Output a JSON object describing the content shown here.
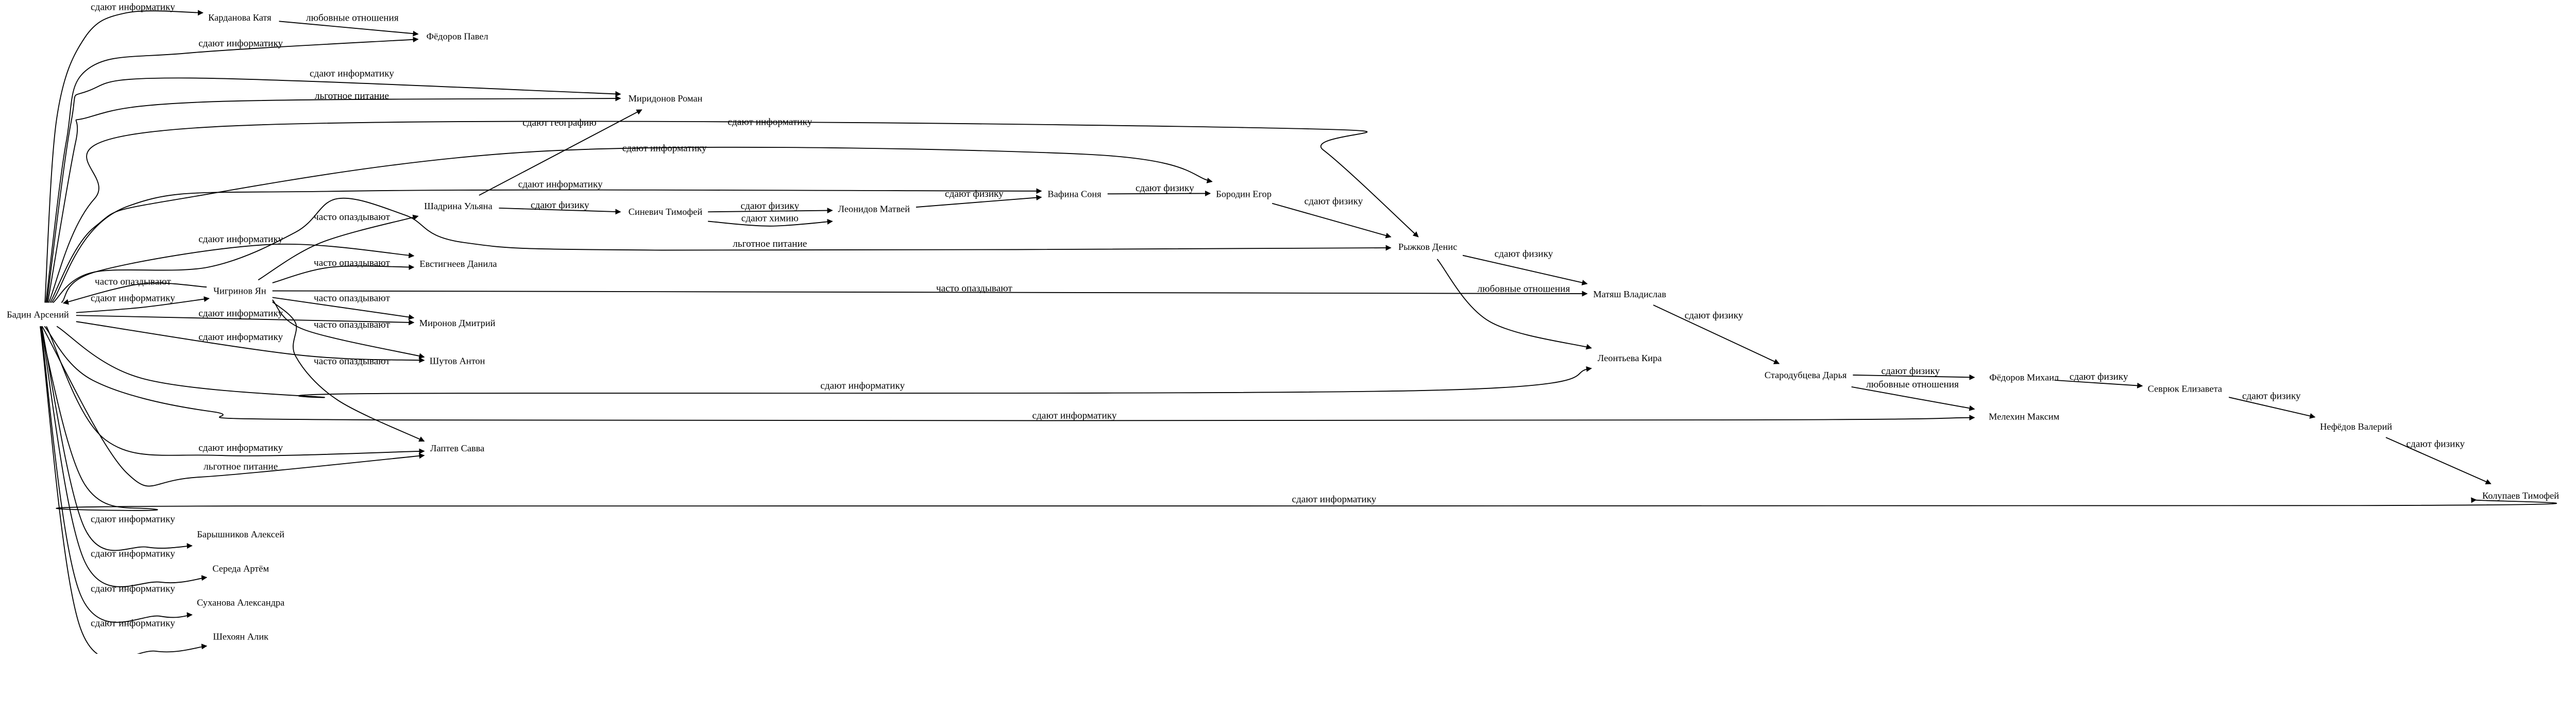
{
  "colors": {
    "background": "#ffffff",
    "ink": "#000000"
  },
  "nodes": [
    {
      "id": "badin",
      "label": "Бадин Арсений"
    },
    {
      "id": "kardanova",
      "label": "Карданова Катя"
    },
    {
      "id": "fedorov_p",
      "label": "Фёдоров Павел"
    },
    {
      "id": "miridonov",
      "label": "Миридонов Роман"
    },
    {
      "id": "shadrina",
      "label": "Шадрина Ульяна"
    },
    {
      "id": "sinevich",
      "label": "Синевич Тимофей"
    },
    {
      "id": "leonidov",
      "label": "Леонидов Матвей"
    },
    {
      "id": "vafina",
      "label": "Вафина Соня"
    },
    {
      "id": "borodin",
      "label": "Бородин Егор"
    },
    {
      "id": "ryzhkov",
      "label": "Рыжков Денис"
    },
    {
      "id": "evstigneev",
      "label": "Евстигнеев Данила"
    },
    {
      "id": "chigrinov",
      "label": "Чигринов Ян"
    },
    {
      "id": "mironov",
      "label": "Миронов Дмитрий"
    },
    {
      "id": "shutov",
      "label": "Шутов Антон"
    },
    {
      "id": "matyash",
      "label": "Матяш Владислав"
    },
    {
      "id": "leontieva",
      "label": "Леонтьева Кира"
    },
    {
      "id": "starodubtseva",
      "label": "Стародубцева Дарья"
    },
    {
      "id": "fedorov_m",
      "label": "Фёдоров Михаил"
    },
    {
      "id": "melekhin",
      "label": "Мелехин Максим"
    },
    {
      "id": "sevryuk",
      "label": "Севрюк Елизавета"
    },
    {
      "id": "nefedov",
      "label": "Нефёдов Валерий"
    },
    {
      "id": "kolupaev",
      "label": "Колупаев Тимофей"
    },
    {
      "id": "laptev",
      "label": "Лаптев Савва"
    },
    {
      "id": "baryshnikov",
      "label": "Барышников Алексей"
    },
    {
      "id": "sereda",
      "label": "Середа Артём"
    },
    {
      "id": "sukhanova",
      "label": "Суханова Александра"
    },
    {
      "id": "shekhoyan",
      "label": "Шехоян Алик"
    }
  ],
  "edges": [
    {
      "from": "badin",
      "to": "kardanova",
      "label": "сдают информатику"
    },
    {
      "from": "kardanova",
      "to": "fedorov_p",
      "label": "любовные отношения"
    },
    {
      "from": "badin",
      "to": "fedorov_p",
      "label": "сдают информатику"
    },
    {
      "from": "badin",
      "to": "miridonov",
      "label": "сдают информатику"
    },
    {
      "from": "badin",
      "to": "miridonov",
      "label": "льготное питание"
    },
    {
      "from": "shadrina",
      "to": "miridonov",
      "label": "сдают географию"
    },
    {
      "from": "badin",
      "to": "ryzhkov",
      "label": "сдают информатику"
    },
    {
      "from": "badin",
      "to": "borodin",
      "label": "сдают информатику"
    },
    {
      "from": "badin",
      "to": "vafina",
      "label": "сдают информатику"
    },
    {
      "from": "badin",
      "to": "ryzhkov",
      "label": "льготное питание"
    },
    {
      "from": "shadrina",
      "to": "sinevich",
      "label": "сдают физику"
    },
    {
      "from": "sinevich",
      "to": "leonidov",
      "label": "сдают физику"
    },
    {
      "from": "sinevich",
      "to": "leonidov",
      "label": "сдают химию"
    },
    {
      "from": "leonidov",
      "to": "vafina",
      "label": "сдают физику"
    },
    {
      "from": "vafina",
      "to": "borodin",
      "label": "сдают физику"
    },
    {
      "from": "borodin",
      "to": "ryzhkov",
      "label": "сдают физику"
    },
    {
      "from": "ryzhkov",
      "to": "matyash",
      "label": "сдают физику"
    },
    {
      "from": "ryzhkov",
      "to": "leontieva",
      "label": "любовные отношения"
    },
    {
      "from": "chigrinov",
      "to": "matyash",
      "label": "часто опаздывают"
    },
    {
      "from": "badin",
      "to": "leontieva",
      "label": "сдают информатику"
    },
    {
      "from": "badin",
      "to": "melekhin",
      "label": "сдают информатику"
    },
    {
      "from": "starodubtseva",
      "to": "fedorov_m",
      "label": "сдают физику"
    },
    {
      "from": "starodubtseva",
      "to": "melekhin",
      "label": "любовные отношения"
    },
    {
      "from": "matyash",
      "to": "starodubtseva",
      "label": "сдают физику"
    },
    {
      "from": "fedorov_m",
      "to": "sevryuk",
      "label": "сдают физику"
    },
    {
      "from": "sevryuk",
      "to": "nefedov",
      "label": "сдают физику"
    },
    {
      "from": "nefedov",
      "to": "kolupaev",
      "label": "сдают физику"
    },
    {
      "from": "badin",
      "to": "kolupaev",
      "label": "сдают информатику"
    },
    {
      "from": "chigrinov",
      "to": "badin",
      "label": "часто опаздывают"
    },
    {
      "from": "badin",
      "to": "chigrinov",
      "label": "сдают информатику"
    },
    {
      "from": "badin",
      "to": "evstigneev",
      "label": "сдают информатику"
    },
    {
      "from": "chigrinov",
      "to": "evstigneev",
      "label": "часто опаздывают"
    },
    {
      "from": "chigrinov",
      "to": "shadrina",
      "label": "часто опаздывают"
    },
    {
      "from": "chigrinov",
      "to": "mironov",
      "label": "часто опаздывают"
    },
    {
      "from": "badin",
      "to": "mironov",
      "label": "сдают информатику"
    },
    {
      "from": "chigrinov",
      "to": "shutov",
      "label": "часто опаздывают"
    },
    {
      "from": "badin",
      "to": "shutov",
      "label": "сдают информатику"
    },
    {
      "from": "chigrinov",
      "to": "laptev",
      "label": "часто опаздывают"
    },
    {
      "from": "badin",
      "to": "laptev",
      "label": "сдают информатику"
    },
    {
      "from": "badin",
      "to": "laptev",
      "label": "льготное питание"
    },
    {
      "from": "badin",
      "to": "baryshnikov",
      "label": "сдают информатику"
    },
    {
      "from": "badin",
      "to": "sereda",
      "label": "сдают информатику"
    },
    {
      "from": "badin",
      "to": "sukhanova",
      "label": "сдают информатику"
    },
    {
      "from": "badin",
      "to": "shekhoyan",
      "label": "сдают информатику"
    }
  ]
}
